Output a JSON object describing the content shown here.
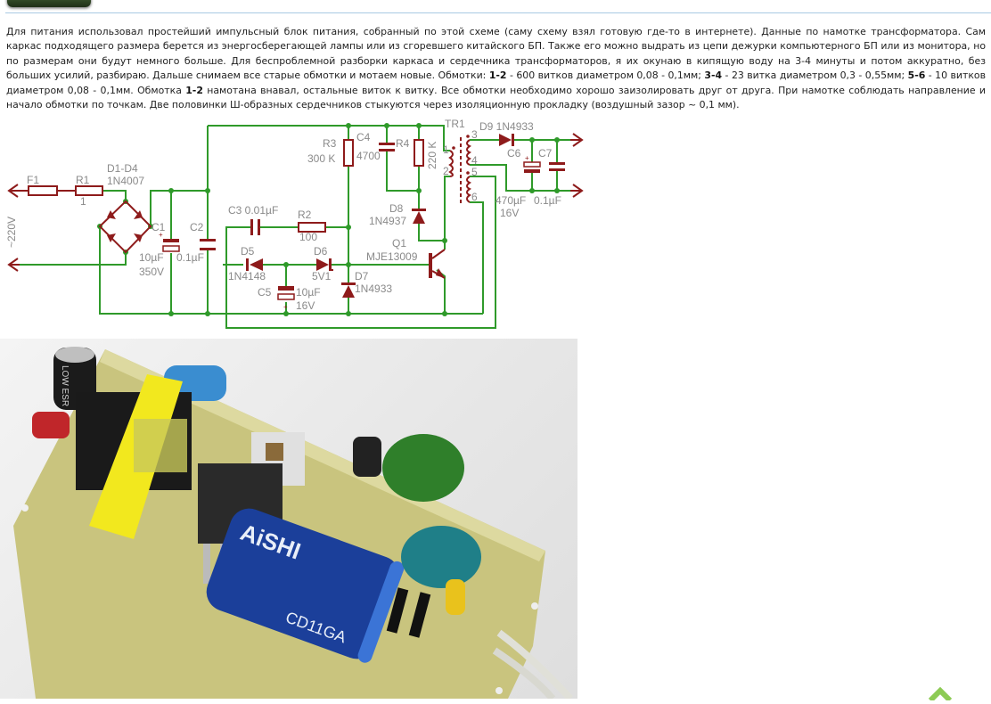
{
  "paragraph": [
    {
      "t": "Для питания  использовал простейший импульсный блок питания, собранный по этой схеме (саму схему взял готовую где-то в интернете). Данные по намотке трансформатора. Сам каркас подходящего размера берется из энергосберегающей лампы или из сгоревшего китайского БП. Также его можно выдрать из цепи дежурки компьютерного БП или из монитора, но по размерам они будут немного больше. Для беспроблемной разборки каркаса и сердечника трансформаторов, я их окунаю в кипящую воду на 3-4 минуты и потом аккуратно, без больших усилий, разбираю. Дальше снимаем все старые обмотки и мотаем новые. Обмотки: ",
      "b": false
    },
    {
      "t": "1-2",
      "b": true
    },
    {
      "t": " - 600 витков диаметром 0,08 - 0,1мм; ",
      "b": false
    },
    {
      "t": "3-4",
      "b": true
    },
    {
      "t": " - 23 витка диаметром 0,3 - 0,55мм; ",
      "b": false
    },
    {
      "t": "5-6",
      "b": true
    },
    {
      "t": " - 10 витков диаметром 0,08 - 0,1мм. Обмотка ",
      "b": false
    },
    {
      "t": "1-2",
      "b": true
    },
    {
      "t": " намотана внавал, остальные виток к витку. Все обмотки необходимо хорошо заизолировать друг от друга. При намотке соблюдать направление и начало обмотки по точкам. Две половинки Ш-образных сердечников стыкуются через изоляционную прокладку (воздушный зазор ~ 0,1 мм).",
      "b": false
    }
  ],
  "schematic": {
    "labels": {
      "f1": "F1",
      "r1": "R1",
      "r1v": "1",
      "d1d4": "D1-D4",
      "d1d4v": "1N4007",
      "mains": "~220V",
      "c1": "C1",
      "c1v": "10µF",
      "c1v2": "350V",
      "c2": "C2",
      "c2v": "0.1µF",
      "c3": "C3 0.01µF",
      "r2": "R2",
      "r2v": "100",
      "d5": "D5",
      "d5v": "1N4148",
      "d6": "D6",
      "d6v": "5V1",
      "c5": "C5",
      "c5v": "10µF",
      "c5v2": "16V",
      "d7": "D7",
      "d7v": "1N4933",
      "r3": "R3",
      "r3v": "300 K",
      "c4": "C4",
      "c4v": "4700",
      "r4": "R4",
      "r4v": "220 K",
      "d8": "D8",
      "d8v": "1N4937",
      "q1": "Q1",
      "q1v": "MJE13009",
      "tr1": "TR1",
      "p1": "1",
      "p2": "2",
      "p3": "3",
      "p4": "4",
      "p5": "5",
      "p6": "6",
      "d9": "D9 1N4933",
      "c6": "C6",
      "c7": "C7",
      "c6v": "470µF",
      "c7v": "0.1µF",
      "c6v2": "16V"
    },
    "colors": {
      "wire": "#2f9a2a",
      "component": "#8e1b1b",
      "label": "#8a8a8a"
    }
  },
  "photo": {
    "capacitor_text_1": "AiSHI",
    "capacitor_text_2": "CD11GA",
    "small_cap_text": "LOW ESR"
  },
  "scroll_top": {
    "icon": "chevron-up-icon",
    "color": "#8dcb55"
  }
}
